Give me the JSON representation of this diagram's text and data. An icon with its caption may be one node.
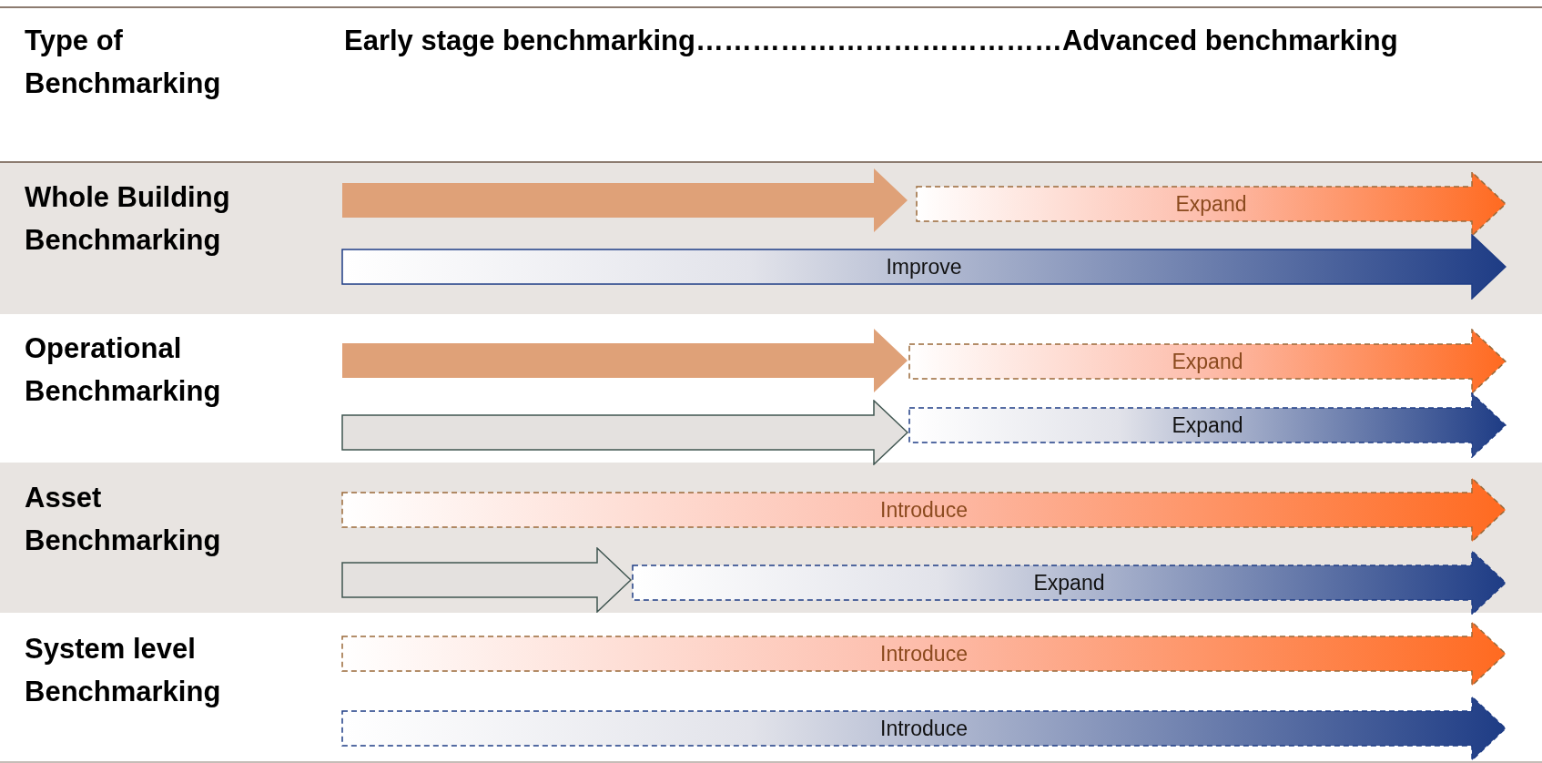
{
  "diagram": {
    "nodes": [
      {
        "text": [],
        "shape": "arrow"
      },
      {
        "text": [
          "Expand"
        ]
      },
      {
        "text": [
          "Improve"
        ]
      },
      {
        "text": [],
        "shape": "arrow"
      },
      {
        "text": [
          "Expand"
        ]
      },
      {
        "text": [],
        "shape": "arrow"
      },
      {
        "text": [
          "Expand"
        ]
      },
      {
        "text": [
          "Introduce"
        ]
      },
      {
        "text": [],
        "shape": "arrow"
      },
      {
        "text": [
          "Expand"
        ]
      },
      {
        "text": [
          "Introduce"
        ]
      },
      {
        "text": [
          "Introduce"
        ]
      }
    ],
    "edges": [],
    "labels": [
      "Type of Benchmarking",
      "Early stage benchmarking…………………………………Advanced benchmarking",
      "Whole Building Benchmarking",
      "Operational Benchmarking",
      "Asset Benchmarking",
      "System level Benchmarking"
    ]
  }
}
